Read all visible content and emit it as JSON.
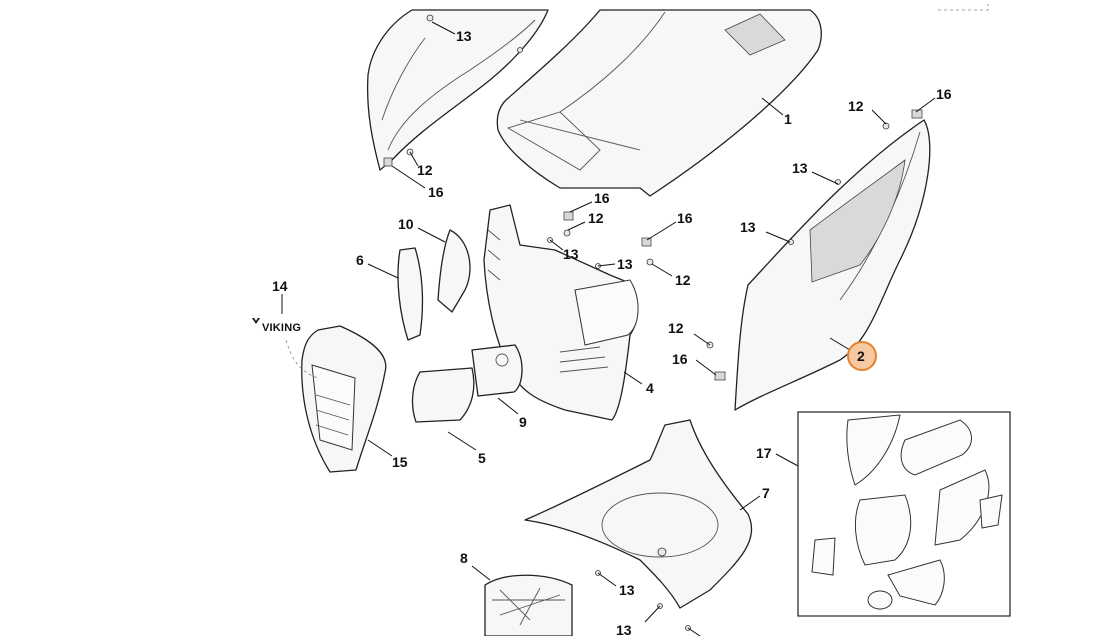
{
  "callouts": {
    "c13a": "13",
    "c12a": "12",
    "c16a": "16",
    "c1": "1",
    "c12b": "12",
    "c16b": "16",
    "c13b": "13",
    "c13c": "13",
    "c16c": "16",
    "c12c": "12",
    "c13d": "13",
    "c13e": "13",
    "c16d": "16",
    "c12d": "12",
    "c10": "10",
    "c6": "6",
    "c14": "14",
    "c12e": "12",
    "c16e": "16",
    "c2": "2",
    "c4": "4",
    "c9": "9",
    "c5": "5",
    "c15": "15",
    "c17": "17",
    "c7": "7",
    "c8": "8",
    "c13f": "13",
    "c13g": "13"
  },
  "brand_logo": "VIKING",
  "colors": {
    "highlight_fill": "#f7c9a2",
    "highlight_stroke": "#e4832e",
    "line": "#222222"
  }
}
